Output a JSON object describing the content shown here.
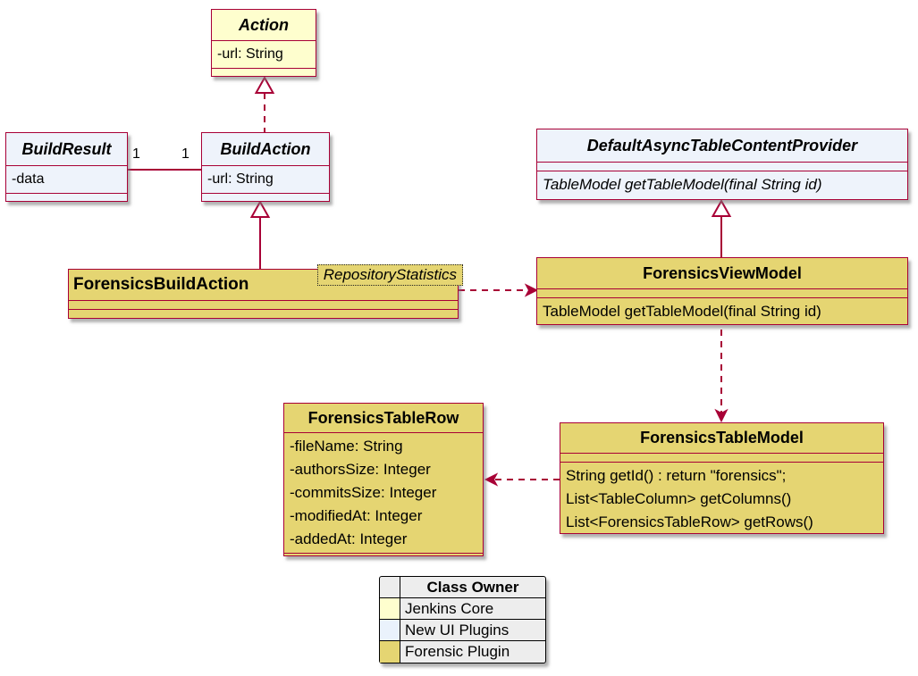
{
  "diagram": {
    "colors": {
      "border": "#A80036",
      "core": "#FEFECE",
      "newui": "#EEF3FB",
      "forensic": "#E5D572",
      "legendbg": "#EDEDED"
    },
    "classes": {
      "action": {
        "title": "Action",
        "attributes": [
          "-url: String"
        ]
      },
      "buildResult": {
        "title": "BuildResult",
        "attributes": [
          "-data"
        ]
      },
      "buildAction": {
        "title": "BuildAction",
        "attributes": [
          "-url: String"
        ]
      },
      "defaultAsyncTableContentProvider": {
        "title": "DefaultAsyncTableContentProvider",
        "methods": [
          "TableModel getTableModel(final String id)"
        ]
      },
      "forensicsBuildAction": {
        "title": "ForensicsBuildAction",
        "generic": "RepositoryStatistics"
      },
      "forensicsViewModel": {
        "title": "ForensicsViewModel",
        "methods": [
          "TableModel getTableModel(final String id)"
        ]
      },
      "forensicsTableModel": {
        "title": "ForensicsTableModel",
        "methods": [
          "String getId() : return \"forensics\";",
          "List<TableColumn> getColumns()",
          "List<ForensicsTableRow> getRows()"
        ]
      },
      "forensicsTableRow": {
        "title": "ForensicsTableRow",
        "attributes": [
          "-fileName: String",
          "-authorsSize: Integer",
          "-commitsSize: Integer",
          "-modifiedAt: Integer",
          "-addedAt: Integer"
        ]
      }
    },
    "associations": {
      "buildResultBuildAction": {
        "leftMultiplicity": "1",
        "rightMultiplicity": "1"
      }
    },
    "relationships": [
      {
        "from": "BuildAction",
        "to": "Action",
        "type": "realization (dashed, hollow triangle)"
      },
      {
        "from": "BuildResult",
        "to": "BuildAction",
        "type": "association 1 - 1"
      },
      {
        "from": "ForensicsBuildAction",
        "to": "BuildAction",
        "type": "generalization (solid, hollow triangle)"
      },
      {
        "from": "ForensicsViewModel",
        "to": "DefaultAsyncTableContentProvider",
        "type": "generalization (solid, hollow triangle)"
      },
      {
        "from": "ForensicsBuildAction",
        "to": "ForensicsViewModel",
        "type": "dependency (dashed arrow)"
      },
      {
        "from": "ForensicsViewModel",
        "to": "ForensicsTableModel",
        "type": "dependency (dashed arrow)"
      },
      {
        "from": "ForensicsTableModel",
        "to": "ForensicsTableRow",
        "type": "dependency (dashed arrow)"
      }
    ],
    "legend": {
      "header": "Class Owner",
      "rows": [
        {
          "label": "Jenkins Core",
          "color": "#FEFECE"
        },
        {
          "label": "New UI Plugins",
          "color": "#EAF2FC"
        },
        {
          "label": "Forensic Plugin",
          "color": "#E5D572"
        }
      ]
    }
  }
}
